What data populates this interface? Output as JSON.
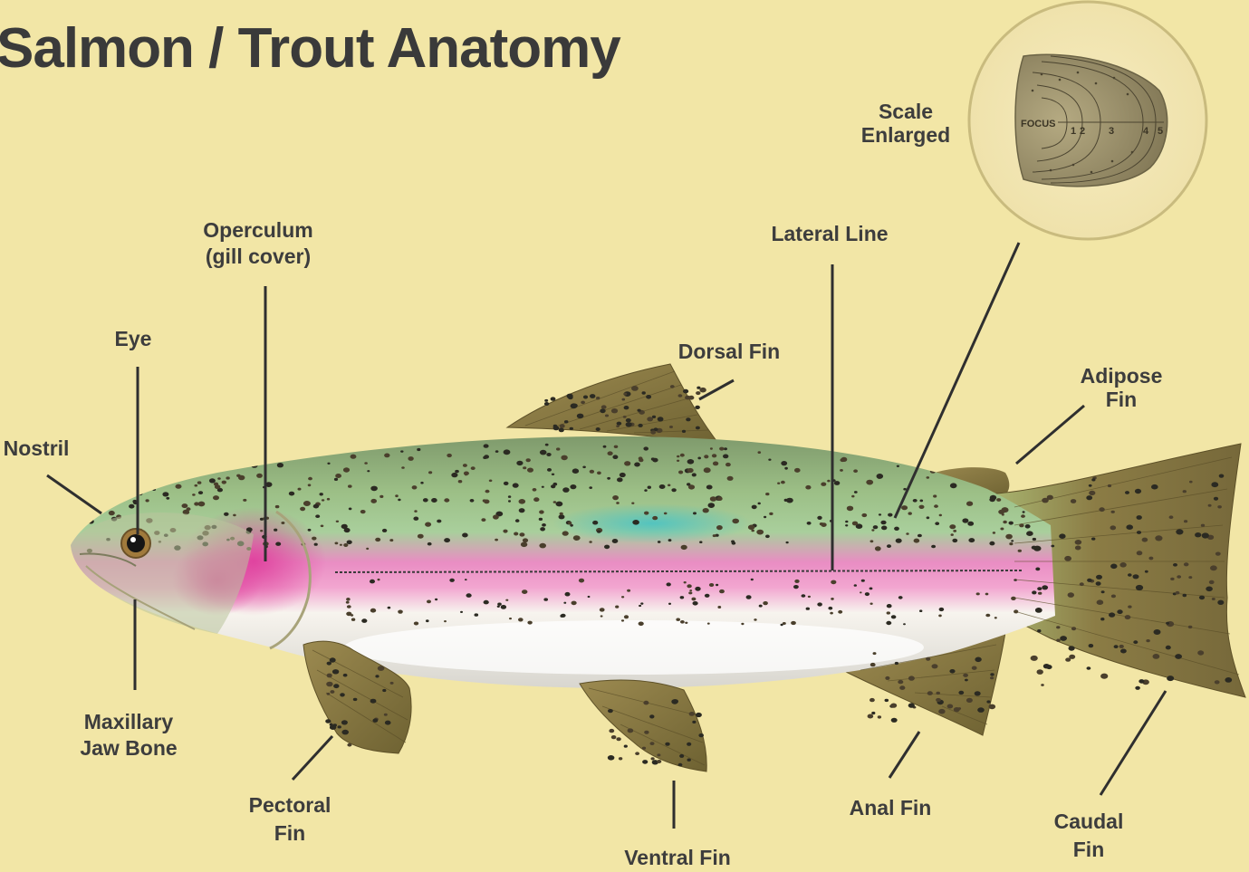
{
  "title": "Salmon / Trout Anatomy",
  "labels": {
    "nostril": "Nostril",
    "eye": "Eye",
    "operculum_1": "Operculum",
    "operculum_2": "(gill cover)",
    "dorsal_fin": "Dorsal Fin",
    "lateral_line": "Lateral Line",
    "scale_1": "Scale",
    "scale_2": "Enlarged",
    "adipose_1": "Adipose",
    "adipose_2": "Fin",
    "maxillary_1": "Maxillary",
    "maxillary_2": "Jaw Bone",
    "pectoral_1": "Pectoral",
    "pectoral_2": "Fin",
    "ventral_fin": "Ventral Fin",
    "anal_fin": "Anal Fin",
    "caudal_1": "Caudal",
    "caudal_2": "Fin"
  },
  "scale_inset": {
    "focus": "FOCUS",
    "rings": [
      "1",
      "2",
      "3",
      "4",
      "5"
    ]
  },
  "colors": {
    "background": "#f2e6a6",
    "label_text": "#3d3d3d",
    "leader_line": "#2f2f2f",
    "fin": "#8a7a45",
    "pink_band": "#e87cb8",
    "green_back": "#8fb98c",
    "belly": "#f5f5f2"
  }
}
